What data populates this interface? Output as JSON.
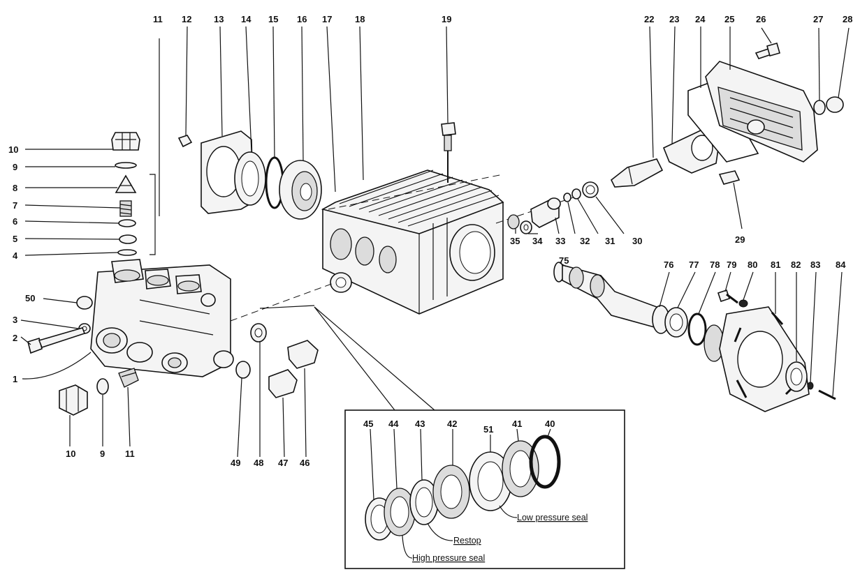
{
  "labels": {
    "l1": "1",
    "l2": "2",
    "l3": "3",
    "l4": "4",
    "l5": "5",
    "l6": "6",
    "l7": "7",
    "l8": "8",
    "l9a": "9",
    "l10a": "10",
    "l9b": "9",
    "l10b": "10",
    "l11top": "11",
    "l11bot": "11",
    "l12": "12",
    "l13": "13",
    "l14": "14",
    "l15": "15",
    "l16": "16",
    "l17": "17",
    "l18": "18",
    "l19": "19",
    "l22": "22",
    "l23": "23",
    "l24": "24",
    "l25": "25",
    "l26": "26",
    "l27": "27",
    "l28": "28",
    "l29": "29",
    "l30": "30",
    "l31": "31",
    "l32": "32",
    "l33": "33",
    "l34": "34",
    "l35": "35",
    "l40": "40",
    "l41": "41",
    "l42": "42",
    "l43": "43",
    "l44": "44",
    "l45": "45",
    "l46": "46",
    "l47": "47",
    "l48": "48",
    "l49": "49",
    "l50": "50",
    "l51": "51",
    "l75": "75",
    "l76": "76",
    "l77": "77",
    "l78": "78",
    "l79": "79",
    "l80": "80",
    "l81": "81",
    "l82": "82",
    "l83": "83",
    "l84": "84"
  },
  "notes": {
    "low_pressure_seal": "Low pressure seal",
    "restop": "Restop",
    "high_pressure_seal": "High pressure seal"
  }
}
